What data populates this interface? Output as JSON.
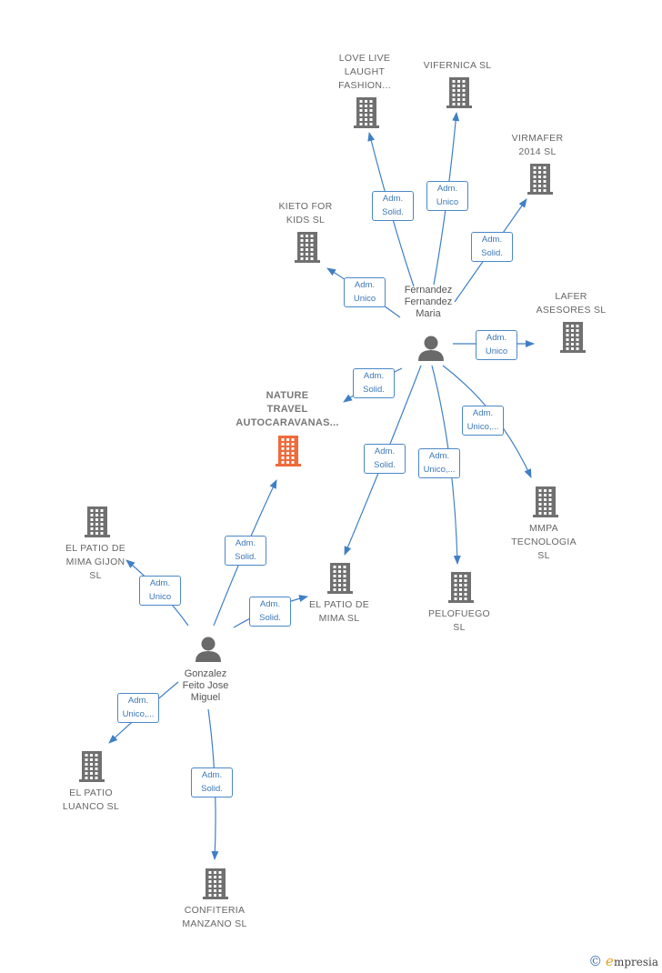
{
  "nodes": {
    "love_live": {
      "kind": "company",
      "label": "LOVE LIVE\nLAUGHT\nFASHION..."
    },
    "vifernica": {
      "kind": "company",
      "label": "VIFERNICA SL"
    },
    "virmafer": {
      "kind": "company",
      "label": "VIRMAFER\n2014  SL"
    },
    "kieto": {
      "kind": "company",
      "label": "KIETO FOR\nKIDS  SL"
    },
    "lafer": {
      "kind": "company",
      "label": "LAFER\nASESORES  SL"
    },
    "nature": {
      "kind": "focus",
      "label": "NATURE\nTRAVEL\nAUTOCARAVANAS...",
      "color": "#f06a3a"
    },
    "mmpa": {
      "kind": "company",
      "label": "MMPA\nTECNOLOGIA\nSL"
    },
    "patio_gijon": {
      "kind": "company",
      "label": "EL PATIO DE\nMIMA GIJON\nSL"
    },
    "patio_mima": {
      "kind": "company",
      "label": "EL PATIO DE\nMIMA  SL"
    },
    "pelofuego": {
      "kind": "company",
      "label": "PELOFUEGO\nSL"
    },
    "patio_luanco": {
      "kind": "company",
      "label": "EL PATIO\nLUANCO SL"
    },
    "confiteria": {
      "kind": "company",
      "label": "CONFITERIA\nMANZANO  SL"
    },
    "fernandez": {
      "kind": "person",
      "label": "Fernandez\nFernandez\nMaria"
    },
    "gonzalez": {
      "kind": "person",
      "label": "Gonzalez\nFeito Jose\nMiguel"
    }
  },
  "edges": [
    {
      "from": "fernandez",
      "to": "love_live",
      "role": "Adm.\nSolid."
    },
    {
      "from": "fernandez",
      "to": "vifernica",
      "role": "Adm.\nUnico"
    },
    {
      "from": "fernandez",
      "to": "virmafer",
      "role": "Adm.\nSolid."
    },
    {
      "from": "fernandez",
      "to": "kieto",
      "role": "Adm.\nUnico"
    },
    {
      "from": "fernandez",
      "to": "lafer",
      "role": "Adm.\nUnico"
    },
    {
      "from": "fernandez",
      "to": "nature",
      "role": "Adm.\nSolid."
    },
    {
      "from": "fernandez",
      "to": "mmpa",
      "role": "Adm.\nUnico,..."
    },
    {
      "from": "fernandez",
      "to": "patio_mima",
      "role": "Adm.\nSolid."
    },
    {
      "from": "fernandez",
      "to": "pelofuego",
      "role": "Adm.\nUnico,..."
    },
    {
      "from": "gonzalez",
      "to": "nature",
      "role": "Adm.\nSolid."
    },
    {
      "from": "gonzalez",
      "to": "patio_gijon",
      "role": "Adm.\nUnico"
    },
    {
      "from": "gonzalez",
      "to": "patio_mima",
      "role": "Adm.\nSolid."
    },
    {
      "from": "gonzalez",
      "to": "patio_luanco",
      "role": "Adm.\nUnico,..."
    },
    {
      "from": "gonzalez",
      "to": "confiteria",
      "role": "Adm.\nSolid."
    }
  ],
  "colors": {
    "edge": "#3f7fc6",
    "icon": "#707070",
    "focus": "#f06a3a",
    "person": "#6a6a6a"
  },
  "brand": {
    "copyright": "©",
    "name_first": "e",
    "name_rest": "mpresia"
  }
}
